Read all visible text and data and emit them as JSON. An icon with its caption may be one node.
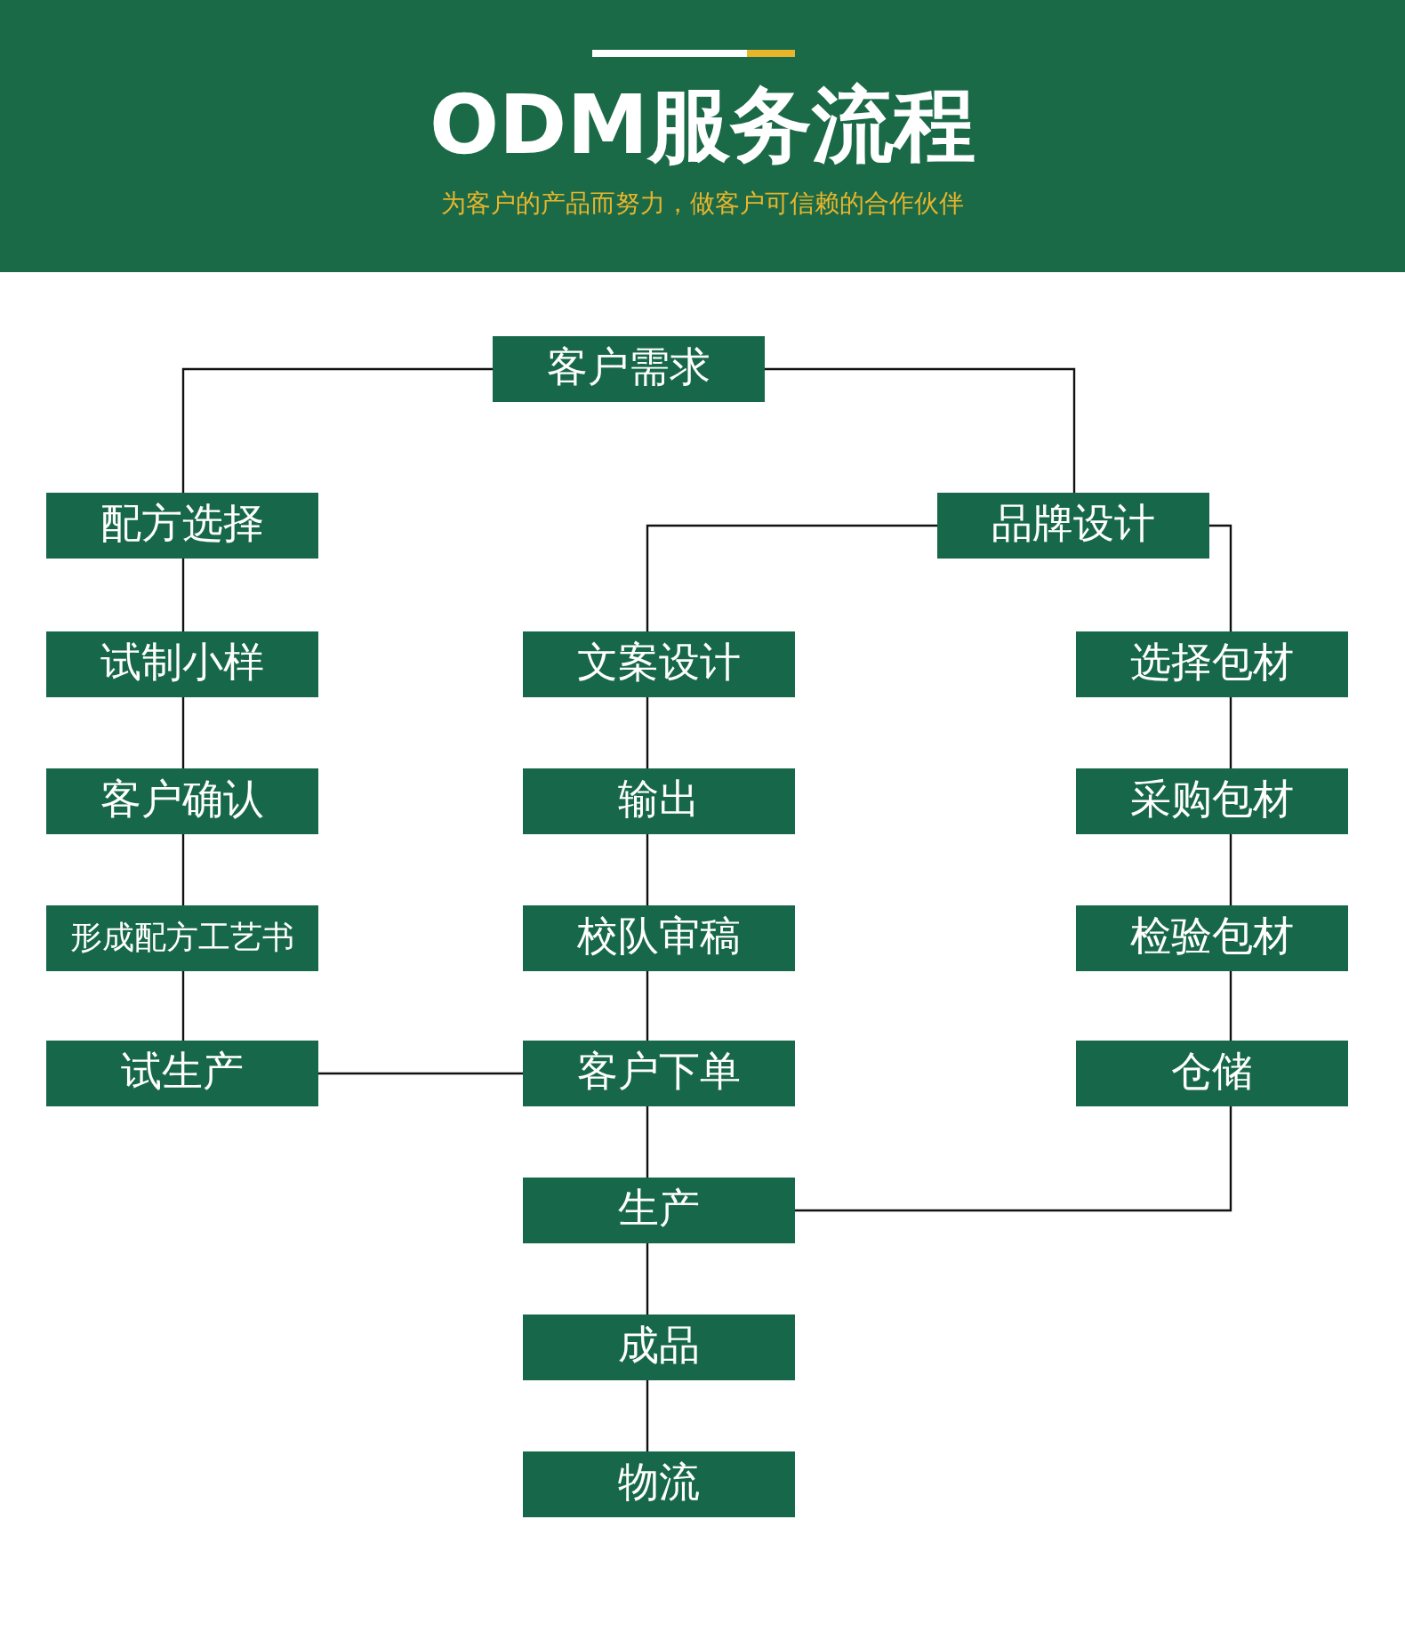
{
  "diagram": {
    "title": "ODM服务流程",
    "labels": [
      "为客户的产品而努力，做客户可信赖的合作伙伴"
    ],
    "nodes": [
      {
        "text": [
          "客户需求"
        ]
      },
      {
        "text": [
          "配方选择"
        ]
      },
      {
        "text": [
          "试制小样"
        ]
      },
      {
        "text": [
          "客户确认"
        ]
      },
      {
        "text": [
          "形成配方工艺书"
        ]
      },
      {
        "text": [
          "试生产"
        ]
      },
      {
        "text": [
          "品牌设计"
        ]
      },
      {
        "text": [
          "文案设计"
        ]
      },
      {
        "text": [
          "输出"
        ]
      },
      {
        "text": [
          "校队审稿"
        ]
      },
      {
        "text": [
          "客户下单"
        ]
      },
      {
        "text": [
          "生产"
        ]
      },
      {
        "text": [
          "成品"
        ]
      },
      {
        "text": [
          "物流"
        ]
      },
      {
        "text": [
          "选择包材"
        ]
      },
      {
        "text": [
          "采购包材"
        ]
      },
      {
        "text": [
          "检验包材"
        ]
      },
      {
        "text": [
          "仓储"
        ]
      }
    ],
    "edges": [
      {
        "from": 0,
        "to": 1,
        "arrow": "none"
      },
      {
        "from": 0,
        "to": 6,
        "arrow": "none"
      },
      {
        "from": 1,
        "to": 2,
        "arrow": "none"
      },
      {
        "from": 2,
        "to": 3,
        "arrow": "none"
      },
      {
        "from": 3,
        "to": 4,
        "arrow": "none"
      },
      {
        "from": 4,
        "to": 5,
        "arrow": "none"
      },
      {
        "from": 5,
        "to": 10,
        "arrow": "none"
      },
      {
        "from": 6,
        "to": 7,
        "arrow": "none"
      },
      {
        "from": 6,
        "to": 14,
        "arrow": "none"
      },
      {
        "from": 14,
        "to": 15,
        "arrow": "none"
      },
      {
        "from": 15,
        "to": 16,
        "arrow": "none"
      },
      {
        "from": 16,
        "to": 17,
        "arrow": "none"
      },
      {
        "from": 17,
        "to": 11,
        "arrow": "none"
      },
      {
        "from": 7,
        "to": 8,
        "arrow": "none"
      },
      {
        "from": 8,
        "to": 9,
        "arrow": "none"
      },
      {
        "from": 9,
        "to": 10,
        "arrow": "none"
      },
      {
        "from": 10,
        "to": 11,
        "arrow": "none"
      },
      {
        "from": 11,
        "to": 12,
        "arrow": "none"
      },
      {
        "from": 12,
        "to": 13,
        "arrow": "none"
      }
    ]
  }
}
